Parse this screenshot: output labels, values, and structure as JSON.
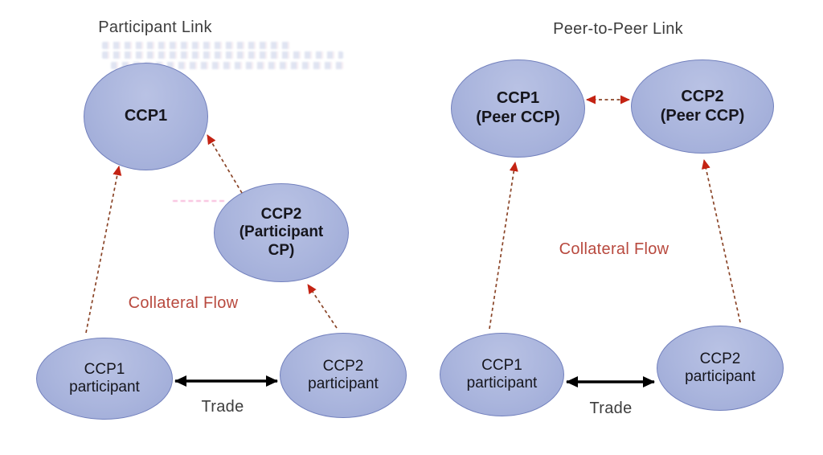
{
  "colors": {
    "node_fill": "#a9b4dc",
    "node_border": "#7280bd",
    "node_text": "#16161d",
    "title_text": "#3d3d3d",
    "collateral_flow_text": "#b8493e",
    "trade_text": "#3d3d3d",
    "dashed_arrow_stroke": "#8a4528",
    "dashed_arrowhead": "#c42313",
    "trade_arrow": "#000000"
  },
  "left_diagram": {
    "title": "Participant Link",
    "collateral_flow_label": "Collateral Flow",
    "trade_label": "Trade",
    "nodes": {
      "ccp1": {
        "lines": [
          "CCP1"
        ]
      },
      "ccp2_participant_cp": {
        "lines": [
          "CCP2",
          "(Participant",
          "CP)"
        ]
      },
      "ccp1_participant": {
        "lines": [
          "CCP1",
          "participant"
        ]
      },
      "ccp2_participant": {
        "lines": [
          "CCP2",
          "participant"
        ]
      }
    }
  },
  "right_diagram": {
    "title": "Peer-to-Peer Link",
    "collateral_flow_label": "Collateral Flow",
    "trade_label": "Trade",
    "nodes": {
      "ccp1_peer": {
        "lines": [
          "CCP1",
          "(Peer CCP)"
        ]
      },
      "ccp2_peer": {
        "lines": [
          "CCP2",
          "(Peer CCP)"
        ]
      },
      "ccp1_participant": {
        "lines": [
          "CCP1",
          "participant"
        ]
      },
      "ccp2_participant": {
        "lines": [
          "CCP2",
          "participant"
        ]
      }
    }
  }
}
